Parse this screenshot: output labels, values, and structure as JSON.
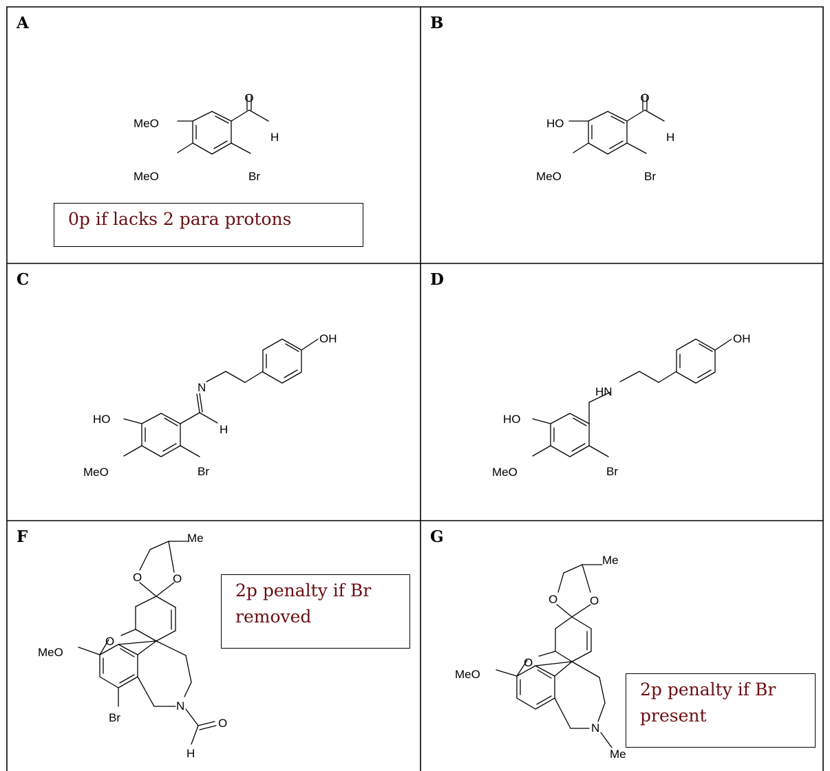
{
  "panels": [
    {
      "letter": "A"
    },
    {
      "letter": "B"
    },
    {
      "letter": "C"
    },
    {
      "letter": "D"
    },
    {
      "letter": "F"
    },
    {
      "letter": "G"
    }
  ],
  "notes": {
    "a": "0p if lacks 2 para protons",
    "f": "2p penalty if Br removed",
    "g": "2p penalty if Br present"
  },
  "atoms": {
    "O": "O",
    "H": "H",
    "Br": "Br",
    "MeO": "MeO",
    "HO": "HO",
    "OH": "OH",
    "N": "N",
    "HN": "HN",
    "Me": "Me"
  }
}
